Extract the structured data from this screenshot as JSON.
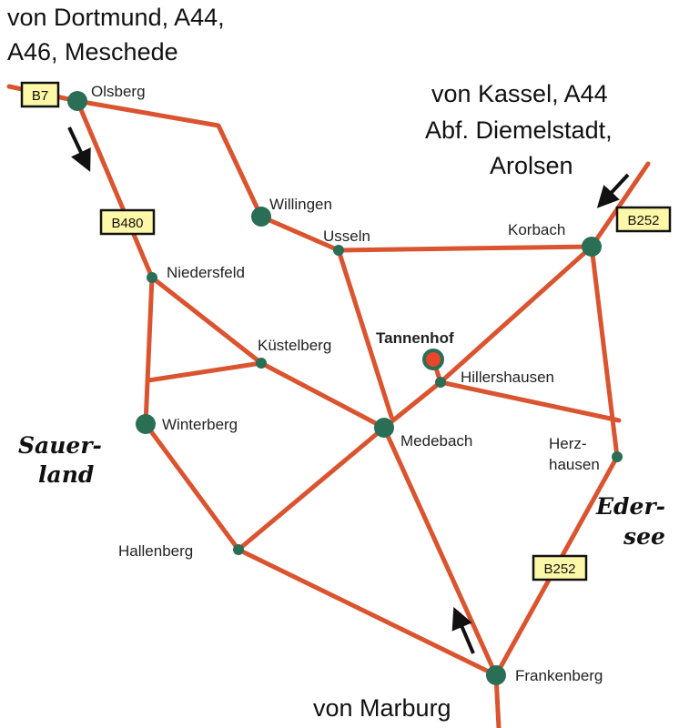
{
  "directions": {
    "dortmund": [
      "von Dortmund, A44,",
      "A46, Meschede"
    ],
    "kassel": [
      "von Kassel, A44",
      "Abf. Diemelstadt,",
      "Arolsen"
    ],
    "marburg": "von Marburg"
  },
  "regions": {
    "sauerland": [
      "Sauer-",
      "land"
    ],
    "edersee": [
      "Eder-",
      "see"
    ]
  },
  "road_signs": {
    "b7": "B7",
    "b480": "B480",
    "b252_north": "B252",
    "b252_south": "B252"
  },
  "towns": {
    "olsberg": "Olsberg",
    "willingen": "Willingen",
    "usseln": "Usseln",
    "korbach": "Korbach",
    "niedersfeld": "Niedersfeld",
    "kuestelberg": "Küstelberg",
    "tannenhof": "Tannenhof",
    "hillershausen": "Hillershausen",
    "winterberg": "Winterberg",
    "medebach": "Medebach",
    "herzhausen": [
      "Herz-",
      "hausen"
    ],
    "hallenberg": "Hallenberg",
    "frankenberg": "Frankenberg"
  },
  "colors": {
    "road": "#d9542f",
    "town": "#2a6e55",
    "destination": "#e8452a"
  }
}
